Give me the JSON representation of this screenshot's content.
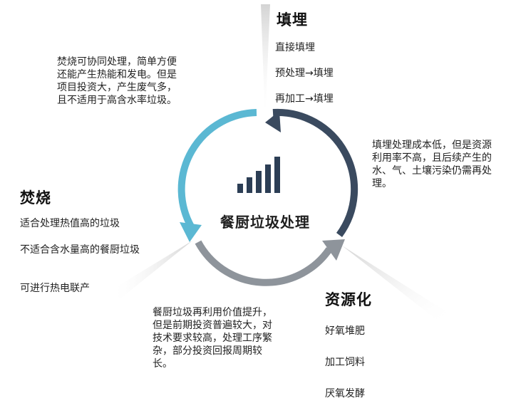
{
  "center": {
    "title": "餐厨垃圾处理",
    "icon": "bar-chart-icon"
  },
  "landfill": {
    "heading": "填埋",
    "items": [
      "直接填埋",
      "预处理→填埋",
      "再加工→填埋"
    ],
    "note": "填埋处理成本低，但是资源利用率不高，且后续产生的水、气、土壤污染仍需再处理。"
  },
  "incineration": {
    "heading": "焚烧",
    "items": [
      "适合处理热值高的垃圾",
      "不适合含水量高的餐厨垃圾",
      "可进行热电联产"
    ],
    "note": "焚烧可协同处理，简单方便还能产生热能和发电。但是项目投资大，产生废气多，且不适用于高含水率垃圾。"
  },
  "recycling": {
    "heading": "资源化",
    "items": [
      "好氧堆肥",
      "加工饲料",
      "厌氧发酵"
    ],
    "note": "餐厨垃圾再利用价值提升，但是前期投资普遍较大，对技术要求较高，处理工序繁杂，部分投资回报周期较长。"
  },
  "colors": {
    "arc_blue": "#5bb8d3",
    "arc_navy": "#3a4a5f",
    "arc_gray": "#8e949b",
    "icon_navy": "#2c3e55"
  }
}
